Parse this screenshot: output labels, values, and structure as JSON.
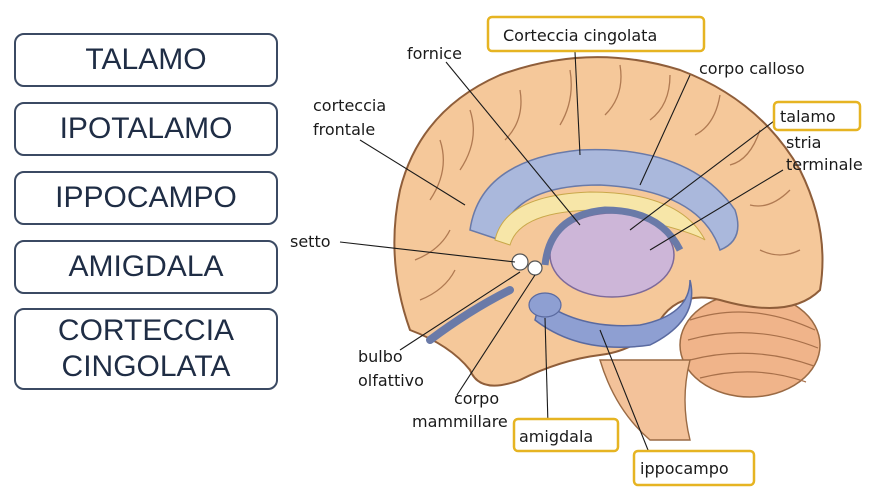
{
  "terms": [
    "TALAMO",
    "IPOTALAMO",
    "IPPOCAMPO",
    "AMIGDALA",
    "CORTECCIA CINGOLATA"
  ],
  "labels": {
    "fornice": "fornice",
    "corteccia_cingolata": "Corteccia cingolata",
    "corpo_calloso": "corpo calloso",
    "corteccia_frontale_1": "corteccia",
    "corteccia_frontale_2": "frontale",
    "talamo": "talamo",
    "stria_1": "stria",
    "stria_2": "terminale",
    "setto": "setto",
    "bulbo_1": "bulbo",
    "bulbo_2": "olfattivo",
    "corpo_mam_1": "corpo",
    "corpo_mam_2": "mammillare",
    "amigdala": "amigdala",
    "ippocampo": "ippocampo"
  },
  "colors": {
    "box_border": "#3b4a63",
    "box_text": "#1f2d45",
    "highlight": "#e6b422",
    "cortex": "#f5c89a",
    "limbic_blue": "#aab8dc",
    "thalamus": "#cdb6d8"
  }
}
